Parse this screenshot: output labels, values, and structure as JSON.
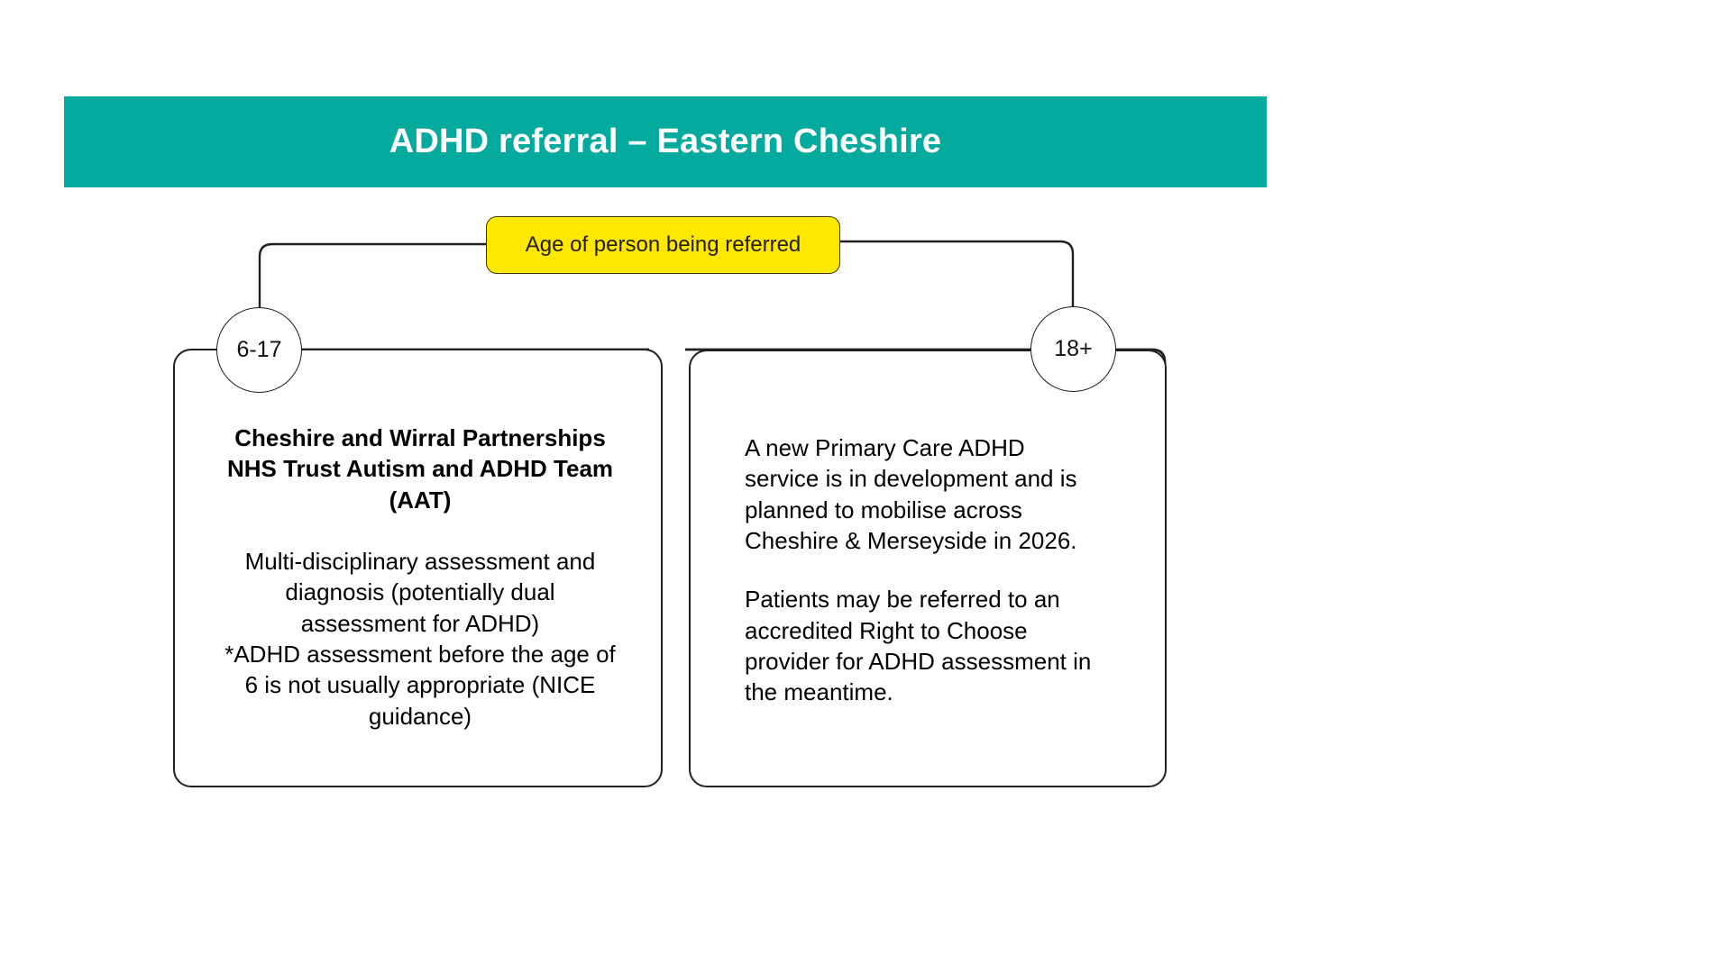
{
  "slide": {
    "title": "ADHD referral – Eastern Cheshire",
    "banner_color": "#04aa9e",
    "background_color": "#ffffff"
  },
  "flowchart": {
    "decision": {
      "label": "Age of person being referred",
      "fill_color": "#ffe800",
      "border_color": "#3b3600"
    },
    "branches": [
      {
        "age_label": "6-17",
        "box": {
          "heading": "Cheshire and Wirral Partnerships NHS Trust Autism and ADHD Team (AAT)",
          "paragraphs": [
            "Multi-disciplinary assessment and diagnosis (potentially dual assessment for ADHD)",
            "*ADHD assessment before the age of 6 is not usually appropriate (NICE guidance)"
          ],
          "align": "center"
        }
      },
      {
        "age_label": "18+",
        "box": {
          "heading": "",
          "paragraphs": [
            "A new Primary Care ADHD service is in development and is planned to mobilise across Cheshire & Merseyside in 2026.",
            "Patients may be referred to an accredited Right to Choose provider for ADHD assessment in the meantime."
          ],
          "align": "left"
        }
      }
    ],
    "connector_color": "#231f20"
  }
}
